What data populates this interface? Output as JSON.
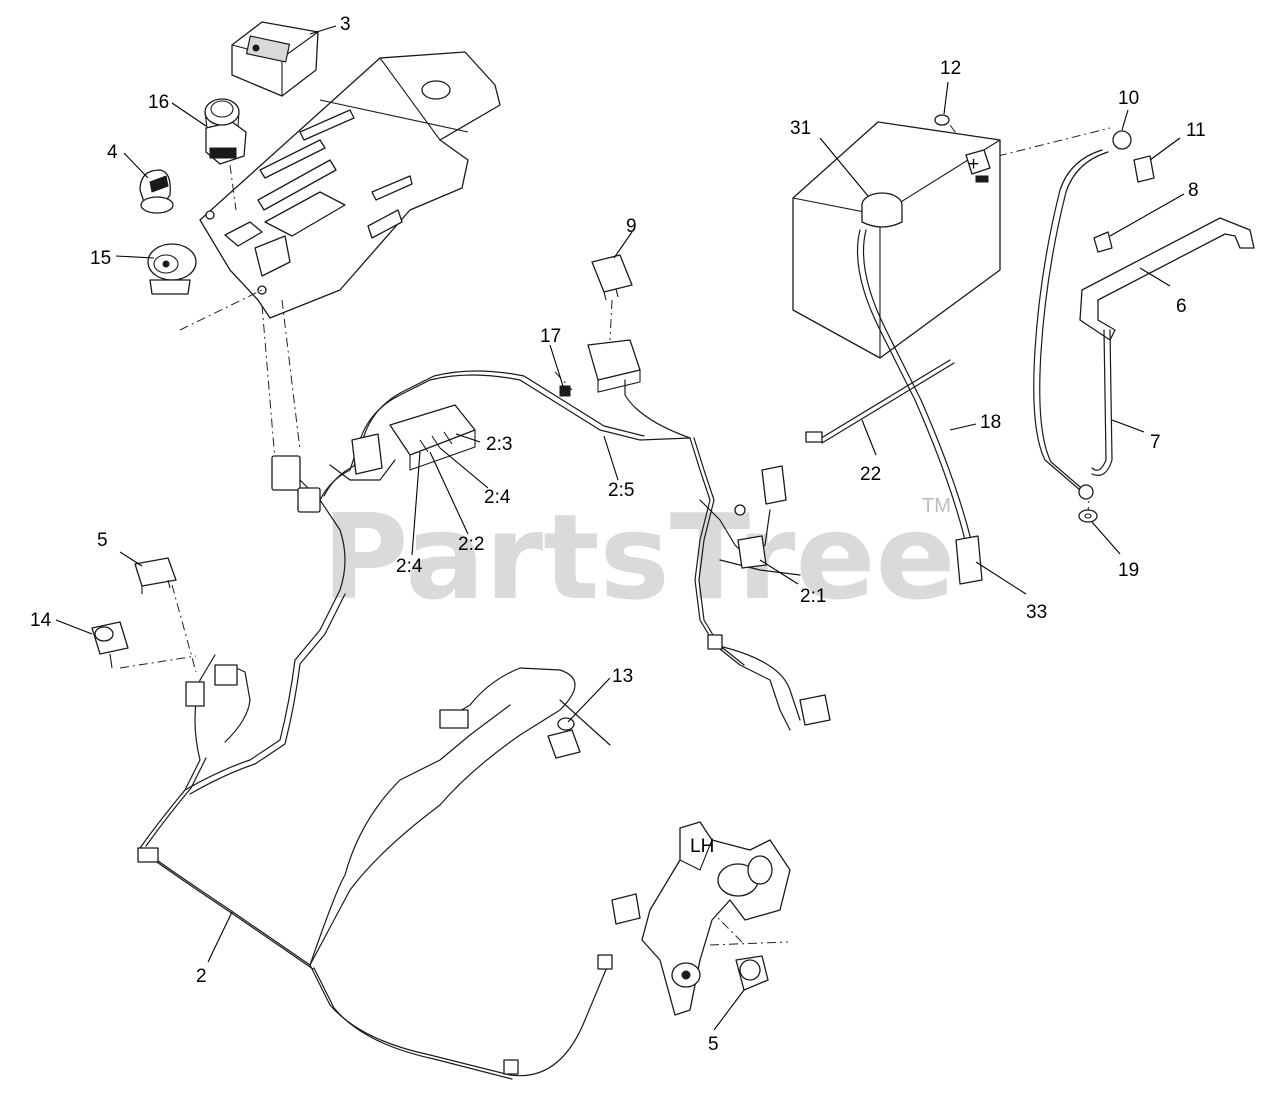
{
  "watermark": {
    "brand": "PartsTree",
    "trademark": "TM"
  },
  "callouts": {
    "c2": "2",
    "c2_1": "2:1",
    "c2_2": "2:2",
    "c2_3": "2:3",
    "c2_4a": "2:4",
    "c2_4b": "2:4",
    "c2_5": "2:5",
    "c3": "3",
    "c4": "4",
    "c5a": "5",
    "c5b": "5",
    "c6": "6",
    "c7": "7",
    "c8": "8",
    "c9": "9",
    "c10": "10",
    "c11": "11",
    "c12": "12",
    "c13": "13",
    "c14": "14",
    "c15": "15",
    "c16": "16",
    "c17": "17",
    "c18": "18",
    "c19": "19",
    "c22": "22",
    "c31": "31",
    "c33": "33"
  },
  "part_labels": {
    "pedal_mark": "LH",
    "battery_mark": "+"
  }
}
